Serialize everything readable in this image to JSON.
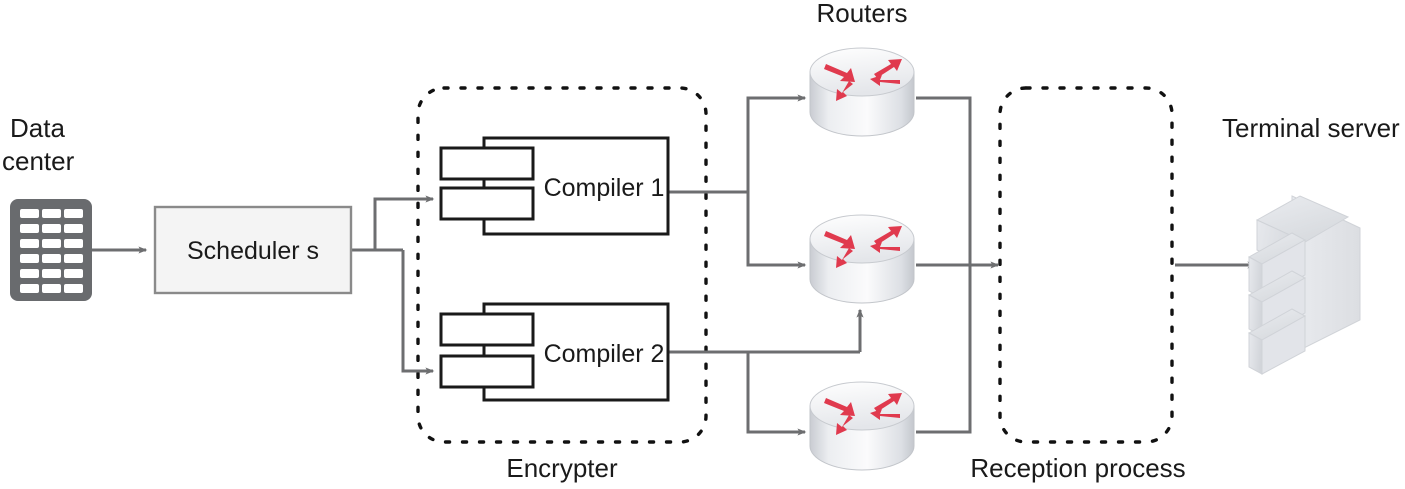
{
  "diagram": {
    "title_routers": "Routers",
    "nodes": {
      "data_center": {
        "label_line1": "Data",
        "label_line2": "center",
        "icon": "data-center-icon",
        "color": "#696b6e",
        "slot_color": "#ffffff",
        "slot_rows": 6,
        "slot_cols": 3
      },
      "scheduler": {
        "label": "Scheduler s",
        "fill": "#f4f4f4",
        "stroke": "#8a8a8a"
      },
      "compiler_1": {
        "label": "Compiler 1",
        "fill": "#ffffff",
        "stroke": "#1a1a1a"
      },
      "compiler_2": {
        "label": "Compiler 2",
        "fill": "#ffffff",
        "stroke": "#1a1a1a"
      },
      "router_1": {
        "icon": "router-icon",
        "arrow_color": "#e03a4e"
      },
      "router_2": {
        "icon": "router-icon",
        "arrow_color": "#e03a4e"
      },
      "router_3": {
        "icon": "router-icon",
        "arrow_color": "#e03a4e"
      },
      "terminal_server": {
        "label": "Terminal server",
        "icon": "server-stack-icon",
        "color": "#dcdee3"
      }
    },
    "groups": {
      "encrypter": {
        "label": "Encrypter",
        "style": "dashed",
        "stroke": "#111111"
      },
      "reception_process": {
        "label": "Reception process",
        "style": "dashed",
        "stroke": "#111111"
      }
    },
    "edges": {
      "color": "#6d6e70",
      "list": [
        {
          "from": "data_center",
          "to": "scheduler"
        },
        {
          "from": "scheduler",
          "to": "compiler_1"
        },
        {
          "from": "scheduler",
          "to": "compiler_2"
        },
        {
          "from": "compiler_1",
          "to": "router_1"
        },
        {
          "from": "compiler_1",
          "to": "router_3"
        },
        {
          "from": "compiler_2",
          "to": "router_2"
        },
        {
          "from": "router_1",
          "to": "reception_process"
        },
        {
          "from": "router_2",
          "to": "reception_process"
        },
        {
          "from": "router_3",
          "to": "reception_process"
        },
        {
          "from": "reception_process",
          "to": "terminal_server"
        }
      ]
    }
  }
}
